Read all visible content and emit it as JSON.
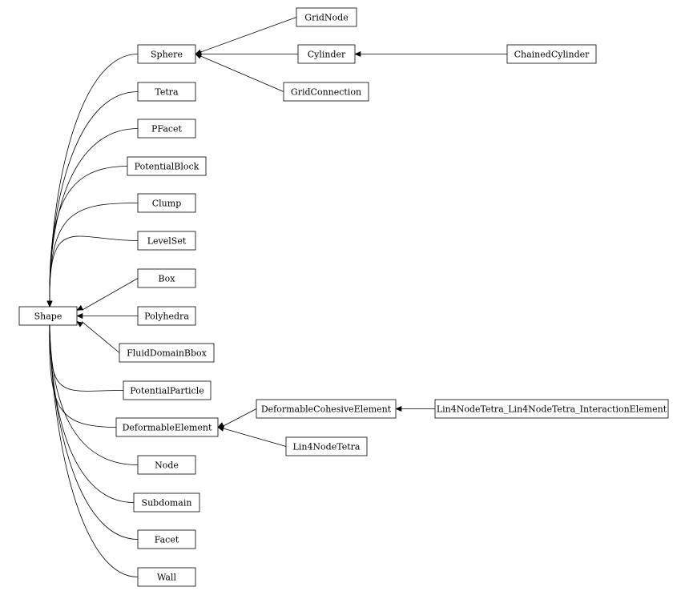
{
  "diagram": {
    "root": "Shape",
    "nodes": [
      {
        "id": "Shape",
        "label": "Shape"
      },
      {
        "id": "Sphere",
        "label": "Sphere"
      },
      {
        "id": "GridNode",
        "label": "GridNode"
      },
      {
        "id": "Cylinder",
        "label": "Cylinder"
      },
      {
        "id": "ChainedCylinder",
        "label": "ChainedCylinder"
      },
      {
        "id": "GridConnection",
        "label": "GridConnection"
      },
      {
        "id": "Tetra",
        "label": "Tetra"
      },
      {
        "id": "PFacet",
        "label": "PFacet"
      },
      {
        "id": "PotentialBlock",
        "label": "PotentialBlock"
      },
      {
        "id": "Clump",
        "label": "Clump"
      },
      {
        "id": "LevelSet",
        "label": "LevelSet"
      },
      {
        "id": "Box",
        "label": "Box"
      },
      {
        "id": "Polyhedra",
        "label": "Polyhedra"
      },
      {
        "id": "FluidDomainBbox",
        "label": "FluidDomainBbox"
      },
      {
        "id": "PotentialParticle",
        "label": "PotentialParticle"
      },
      {
        "id": "DeformableElement",
        "label": "DeformableElement"
      },
      {
        "id": "DeformableCohesiveElement",
        "label": "DeformableCohesiveElement"
      },
      {
        "id": "Lin4NodeTetra_Lin4NodeTetra_InteractionElement",
        "label": "Lin4NodeTetra_Lin4NodeTetra_InteractionElement"
      },
      {
        "id": "Lin4NodeTetra",
        "label": "Lin4NodeTetra"
      },
      {
        "id": "Node",
        "label": "Node"
      },
      {
        "id": "Subdomain",
        "label": "Subdomain"
      },
      {
        "id": "Facet",
        "label": "Facet"
      },
      {
        "id": "Wall",
        "label": "Wall"
      }
    ],
    "edges": [
      {
        "from": "Sphere",
        "to": "Shape"
      },
      {
        "from": "Tetra",
        "to": "Shape"
      },
      {
        "from": "PFacet",
        "to": "Shape"
      },
      {
        "from": "PotentialBlock",
        "to": "Shape"
      },
      {
        "from": "Clump",
        "to": "Shape"
      },
      {
        "from": "LevelSet",
        "to": "Shape"
      },
      {
        "from": "Box",
        "to": "Shape"
      },
      {
        "from": "Polyhedra",
        "to": "Shape"
      },
      {
        "from": "FluidDomainBbox",
        "to": "Shape"
      },
      {
        "from": "PotentialParticle",
        "to": "Shape"
      },
      {
        "from": "DeformableElement",
        "to": "Shape"
      },
      {
        "from": "Node",
        "to": "Shape"
      },
      {
        "from": "Subdomain",
        "to": "Shape"
      },
      {
        "from": "Facet",
        "to": "Shape"
      },
      {
        "from": "Wall",
        "to": "Shape"
      },
      {
        "from": "GridNode",
        "to": "Sphere"
      },
      {
        "from": "Cylinder",
        "to": "Sphere"
      },
      {
        "from": "GridConnection",
        "to": "Sphere"
      },
      {
        "from": "ChainedCylinder",
        "to": "Cylinder"
      },
      {
        "from": "DeformableCohesiveElement",
        "to": "DeformableElement"
      },
      {
        "from": "Lin4NodeTetra",
        "to": "DeformableElement"
      },
      {
        "from": "Lin4NodeTetra_Lin4NodeTetra_InteractionElement",
        "to": "DeformableCohesiveElement"
      }
    ]
  }
}
